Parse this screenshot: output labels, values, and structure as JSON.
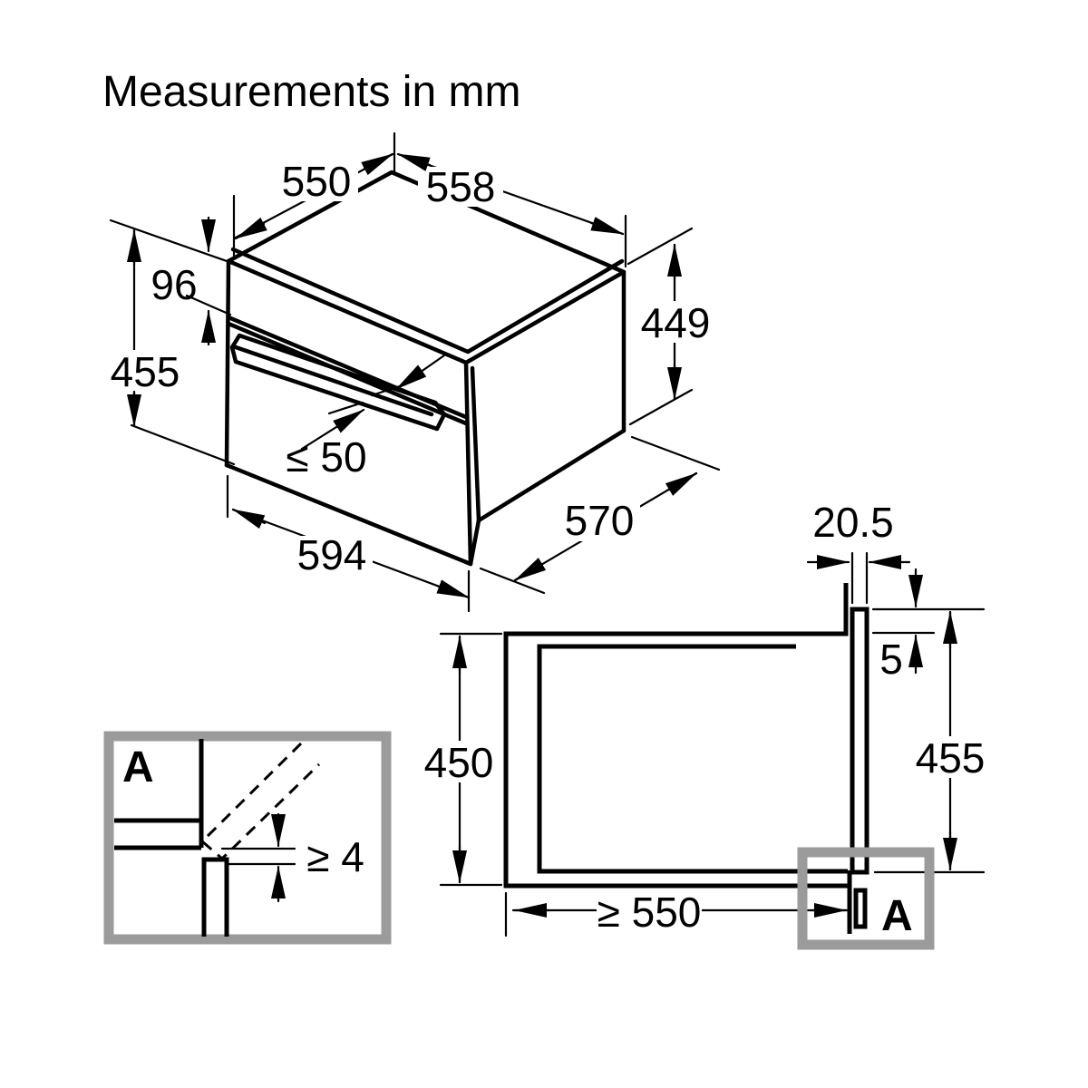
{
  "title": "Measurements in mm",
  "isometric_view": {
    "dims": {
      "depth_top": "550",
      "width_top": "558",
      "control_panel_height": "96",
      "front_height": "455",
      "body_height": "449",
      "handle_protrusion": "≤ 50",
      "front_width": "594",
      "body_depth": "570"
    }
  },
  "niche_view": {
    "dims": {
      "front_clearance": "20.5",
      "top_overlap": "5",
      "niche_height": "450",
      "front_panel_height": "455",
      "niche_depth_min": "≥ 550"
    },
    "detail_marker": "A"
  },
  "detail_view": {
    "marker": "A",
    "bottom_clearance_min": "≥ 4"
  },
  "colors": {
    "line": "#000000",
    "highlight": "#9b9b9b",
    "background": "#ffffff"
  }
}
